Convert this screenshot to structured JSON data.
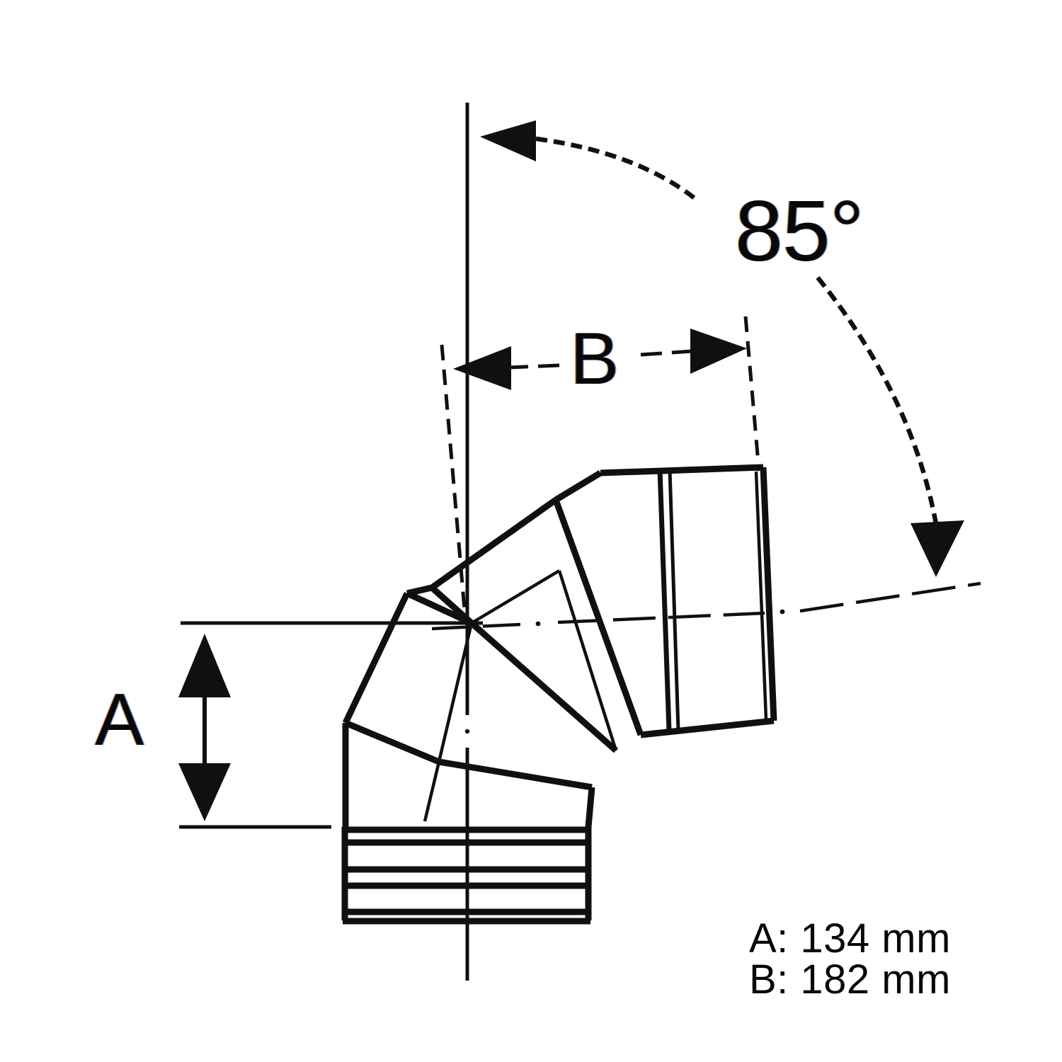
{
  "drawing": {
    "title": "Segmented elbow technical drawing",
    "angle_label": "85°",
    "dimension_a_label": "A",
    "dimension_b_label": "B",
    "legend": [
      {
        "key": "A: ",
        "value": "134 mm",
        "full": "A: 134 mm"
      },
      {
        "key": "B: ",
        "value": "182 mm",
        "full": "B: 182 mm"
      }
    ],
    "colors": {
      "line": "#101010",
      "text": "#080808",
      "background": "#ffffff",
      "fringe_warm": "#c86414",
      "fringe_cool": "#1e5ac8"
    },
    "measurements": {
      "angle_deg": 85,
      "a_mm": 134,
      "b_mm": 182
    },
    "annotations": {
      "angle_arc": "85-degree-arc-with-arrows",
      "vertical_centerline": "dash-dot-vertical-axis",
      "tilted_centerline": "dash-dot-tilted-axis",
      "a_dimension": "vertical-dimension-A",
      "b_dimension": "horizontal-dimension-B"
    }
  }
}
